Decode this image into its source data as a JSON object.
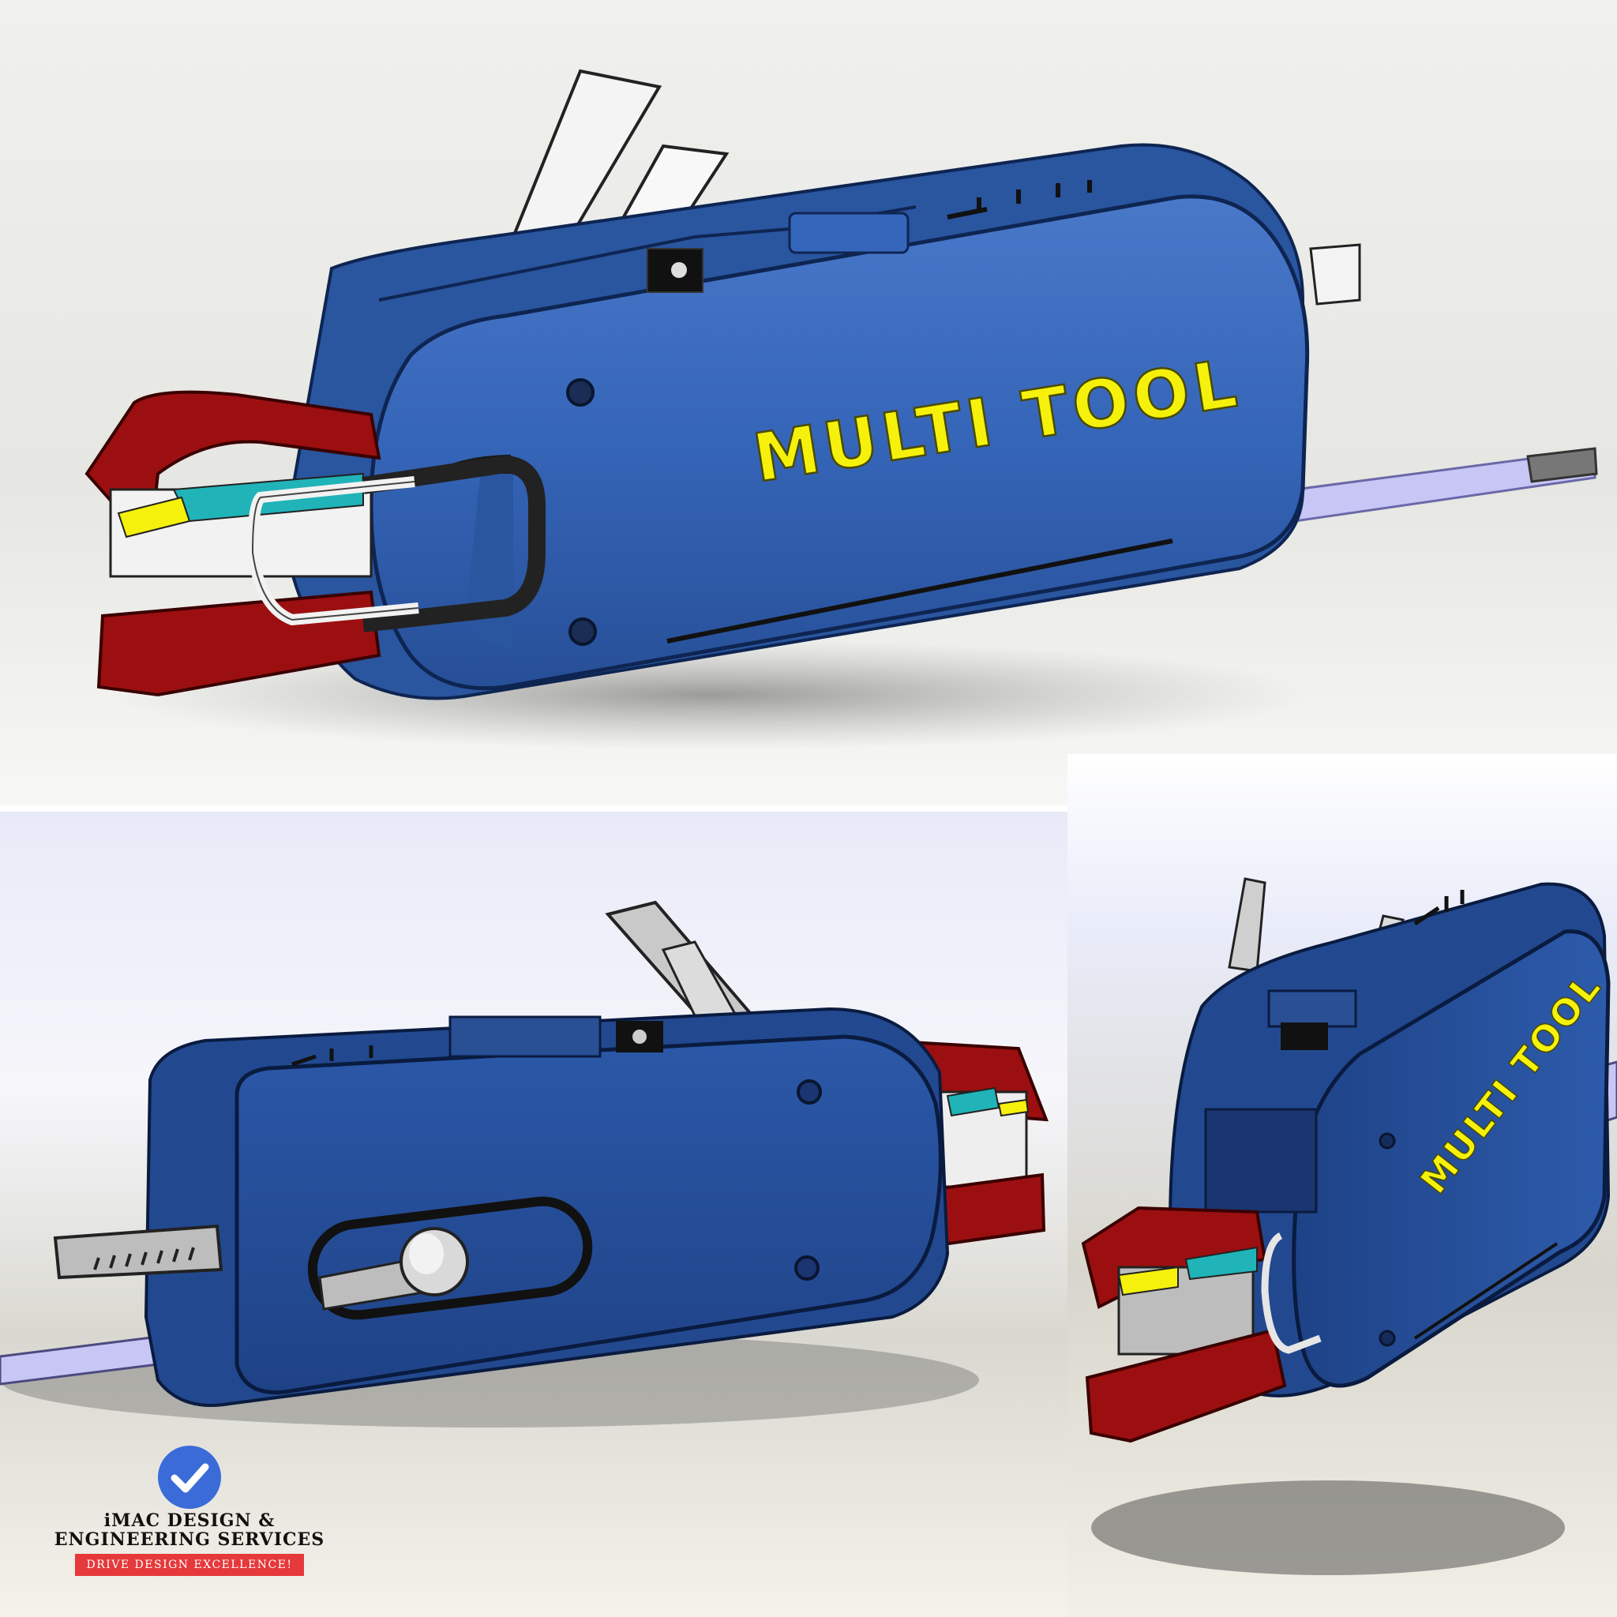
{
  "render_views": [
    {
      "brand_text": "MULTI TOOL"
    },
    {
      "brand_text": ""
    },
    {
      "brand_text": "MULTI TOOL"
    }
  ],
  "logo": {
    "name": "iMAC DESIGN & ENGINEERING SERVICES",
    "tagline": "DRIVE DESIGN EXCELLENCE!"
  },
  "colors": {
    "body_blue": "#2f5aa8",
    "jaw_red": "#9c0f10",
    "lettering_yellow": "#f5f10c",
    "tape_lavender": "#c8c6f5",
    "logo_blue": "#3b6bd8",
    "tag_red": "#e5393b"
  }
}
